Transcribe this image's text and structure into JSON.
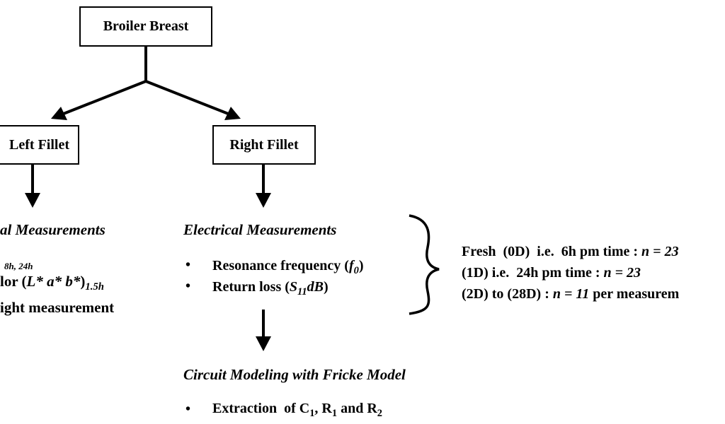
{
  "boxes": {
    "root": "Broiler Breast",
    "left": "Left Fillet",
    "right": "Right Fillet"
  },
  "left_branch": {
    "heading_fragment": "al Measurements",
    "sup_fragment": "8h, 24h",
    "color_prefix": "lor",
    "color_vars": "L* a* b*",
    "color_sub": "1.5h",
    "weight_fragment": "ight measurement"
  },
  "right_branch": {
    "heading": "Electrical Measurements",
    "items": [
      {
        "label": "Resonance frequency",
        "symbol": "f",
        "symbol_sub": "0"
      },
      {
        "label": "Return loss",
        "symbol": "S",
        "symbol_sub": "11",
        "unit": "dB"
      }
    ]
  },
  "modeling": {
    "heading": "Circuit Modeling with Fricke Model",
    "item_prefix": "Extraction  of",
    "c": "C",
    "c_sub": "1",
    "r1": "R",
    "r1_sub": "1",
    "and": "and",
    "r2": "R",
    "r2_sub": "2"
  },
  "sampling": {
    "line1": {
      "label": "Fresh  (0D)  i.e.  6h pm time :",
      "n": "n = 23"
    },
    "line2": {
      "label": "(1D) i.e.  24h pm time :",
      "n": "n = 23"
    },
    "line3": {
      "label": "(2D) to (28D) :",
      "n": "n = 11",
      "suffix": "per measurem"
    }
  }
}
